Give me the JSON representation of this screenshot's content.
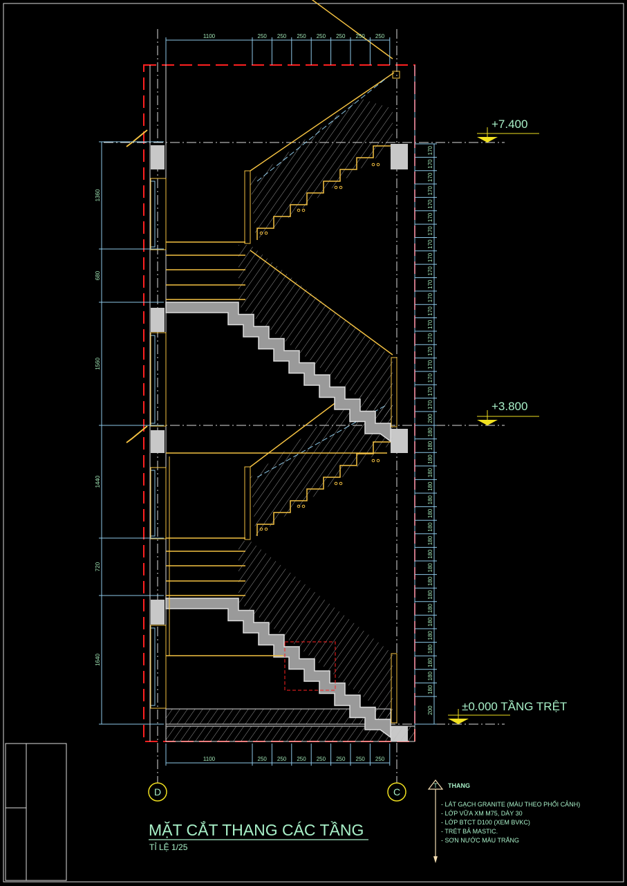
{
  "drawing": {
    "title": "MẶT CẮT THANG CÁC TẦNG",
    "scale": "TỈ LỆ 1/25",
    "grid_axes": [
      "D",
      "C"
    ],
    "levels": [
      {
        "label": "+7.400"
      },
      {
        "label": "+3.800"
      },
      {
        "label": "±0.000 TẦNG TRỆT"
      }
    ],
    "top_dims": [
      "1100",
      "250",
      "250",
      "250",
      "250",
      "250",
      "250",
      "250"
    ],
    "bottom_dims": [
      "1100",
      "250",
      "250",
      "250",
      "250",
      "250",
      "250",
      "250"
    ],
    "left_dims": [
      "1360",
      "680",
      "1560",
      "1440",
      "720",
      "1640"
    ],
    "right_dims_upper": [
      "170",
      "170",
      "170",
      "170",
      "170",
      "170",
      "170",
      "170",
      "170",
      "170",
      "170",
      "170",
      "170",
      "170",
      "170",
      "170",
      "170",
      "170",
      "170",
      "170",
      "200"
    ],
    "right_dims_lower": [
      "180",
      "180",
      "180",
      "180",
      "180",
      "180",
      "180",
      "180",
      "180",
      "180",
      "180",
      "180",
      "180",
      "180",
      "180",
      "180",
      "180",
      "180",
      "180",
      "180",
      "200"
    ],
    "legend": {
      "marker": "T",
      "heading": "THANG",
      "items": [
        "- LÁT GẠCH GRANITE (MÀU THEO PHỐI CẢNH)",
        "- LỚP VỮA XM M75, DÀY 30",
        "- LỚP BTCT D100 (XEM BVKC)",
        "- TRÉT BẢ MASTIC.",
        "- SƠN NƯỚC MÀU TRẮNG"
      ]
    },
    "colors": {
      "background": "#000000",
      "stair": "#f5c242",
      "dimension": "#8ec9e8",
      "boundary": "#ff2020",
      "text": "#a8f0c8"
    }
  }
}
